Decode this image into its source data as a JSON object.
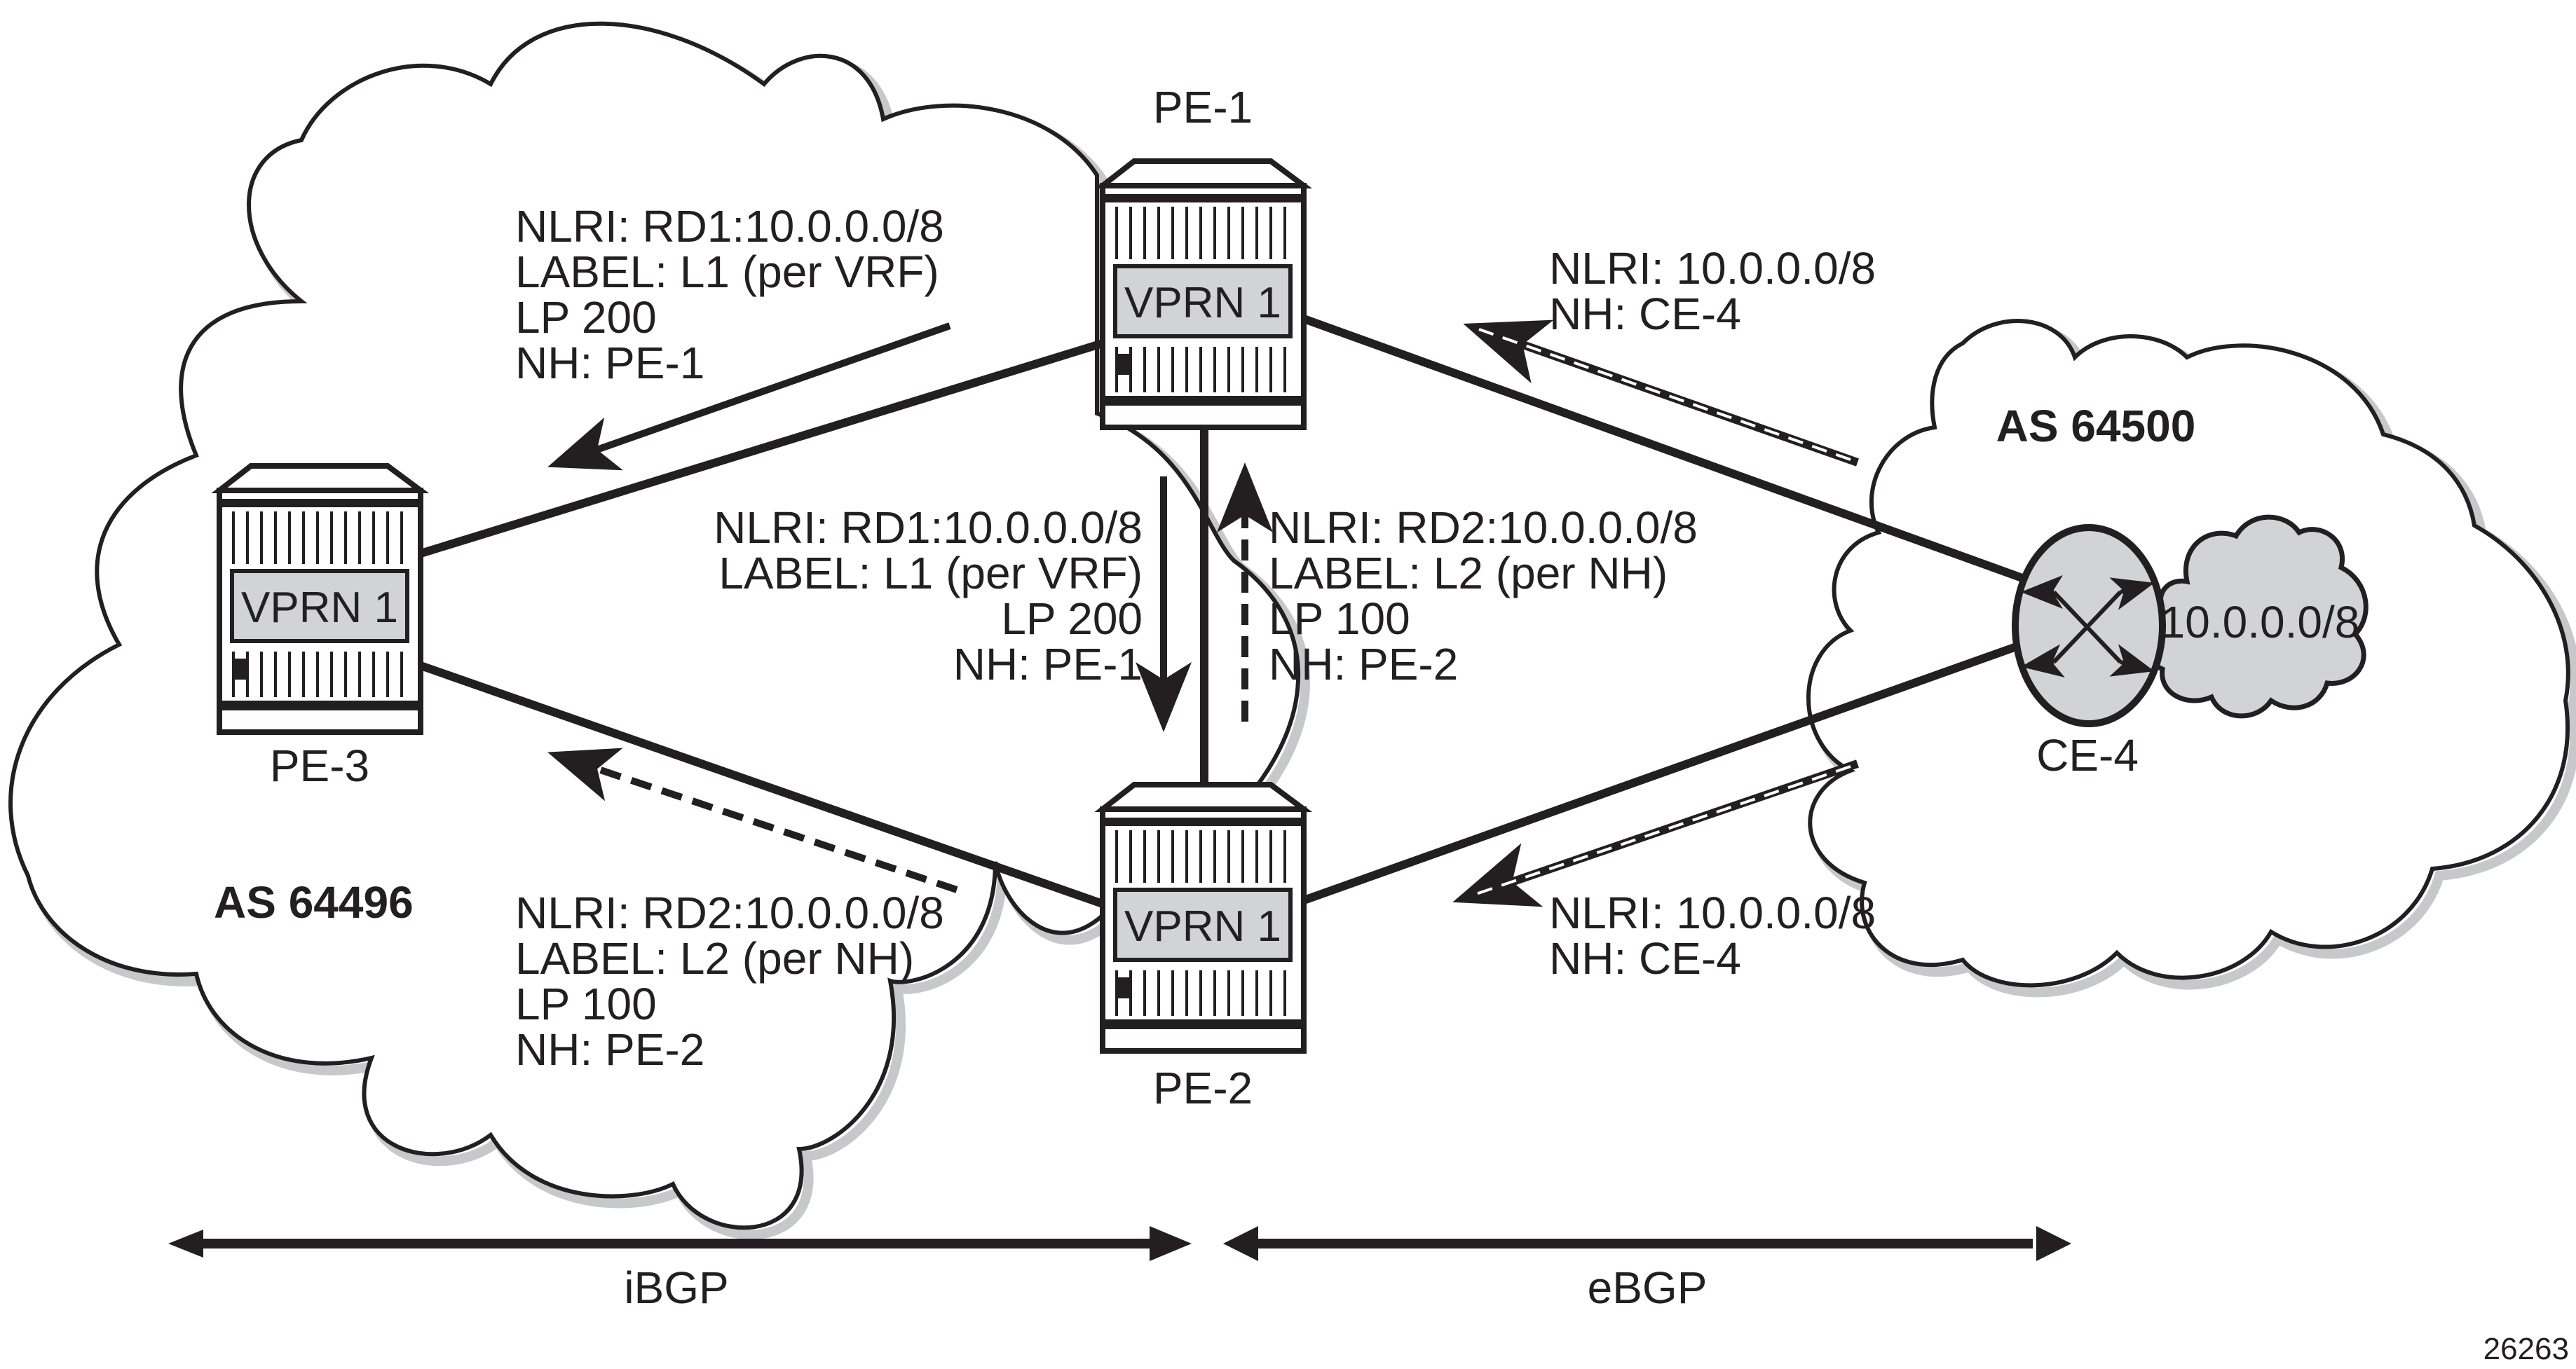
{
  "figure_id": "26263",
  "colors": {
    "ink": "#231f20",
    "fill_gray": "#d1d3d4",
    "shadow_gray": "#c7c8ca",
    "background": "#ffffff"
  },
  "autonomous_systems": {
    "left": "AS 64496",
    "right": "AS 64500"
  },
  "routers": {
    "pe1": {
      "name": "PE-1",
      "service": "VPRN 1"
    },
    "pe2": {
      "name": "PE-2",
      "service": "VPRN 1"
    },
    "pe3": {
      "name": "PE-3",
      "service": "VPRN 1"
    },
    "ce4": {
      "name": "CE-4",
      "icon": "router-icon"
    }
  },
  "customer_network": {
    "prefix": "10.0.0.0/8"
  },
  "advertisements": {
    "pe1_to_pe3": [
      "NLRI: RD1:10.0.0.0/8",
      "LABEL: L1 (per VRF)",
      "LP 200",
      "NH: PE-1"
    ],
    "pe1_to_pe2": [
      "NLRI: RD1:10.0.0.0/8",
      "LABEL: L1 (per VRF)",
      "LP 200",
      "NH: PE-1"
    ],
    "pe2_to_pe1": [
      "NLRI: RD2:10.0.0.0/8",
      "LABEL: L2 (per NH)",
      "LP 100",
      "NH: PE-2"
    ],
    "pe2_to_pe3": [
      "NLRI: RD2:10.0.0.0/8",
      "LABEL: L2 (per NH)",
      "LP 100",
      "NH: PE-2"
    ],
    "ce4_to_pe1": [
      "NLRI: 10.0.0.0/8",
      "NH: CE-4"
    ],
    "ce4_to_pe2": [
      "NLRI: 10.0.0.0/8",
      "NH: CE-4"
    ]
  },
  "sessions": {
    "ibgp": "iBGP",
    "ebgp": "eBGP"
  }
}
